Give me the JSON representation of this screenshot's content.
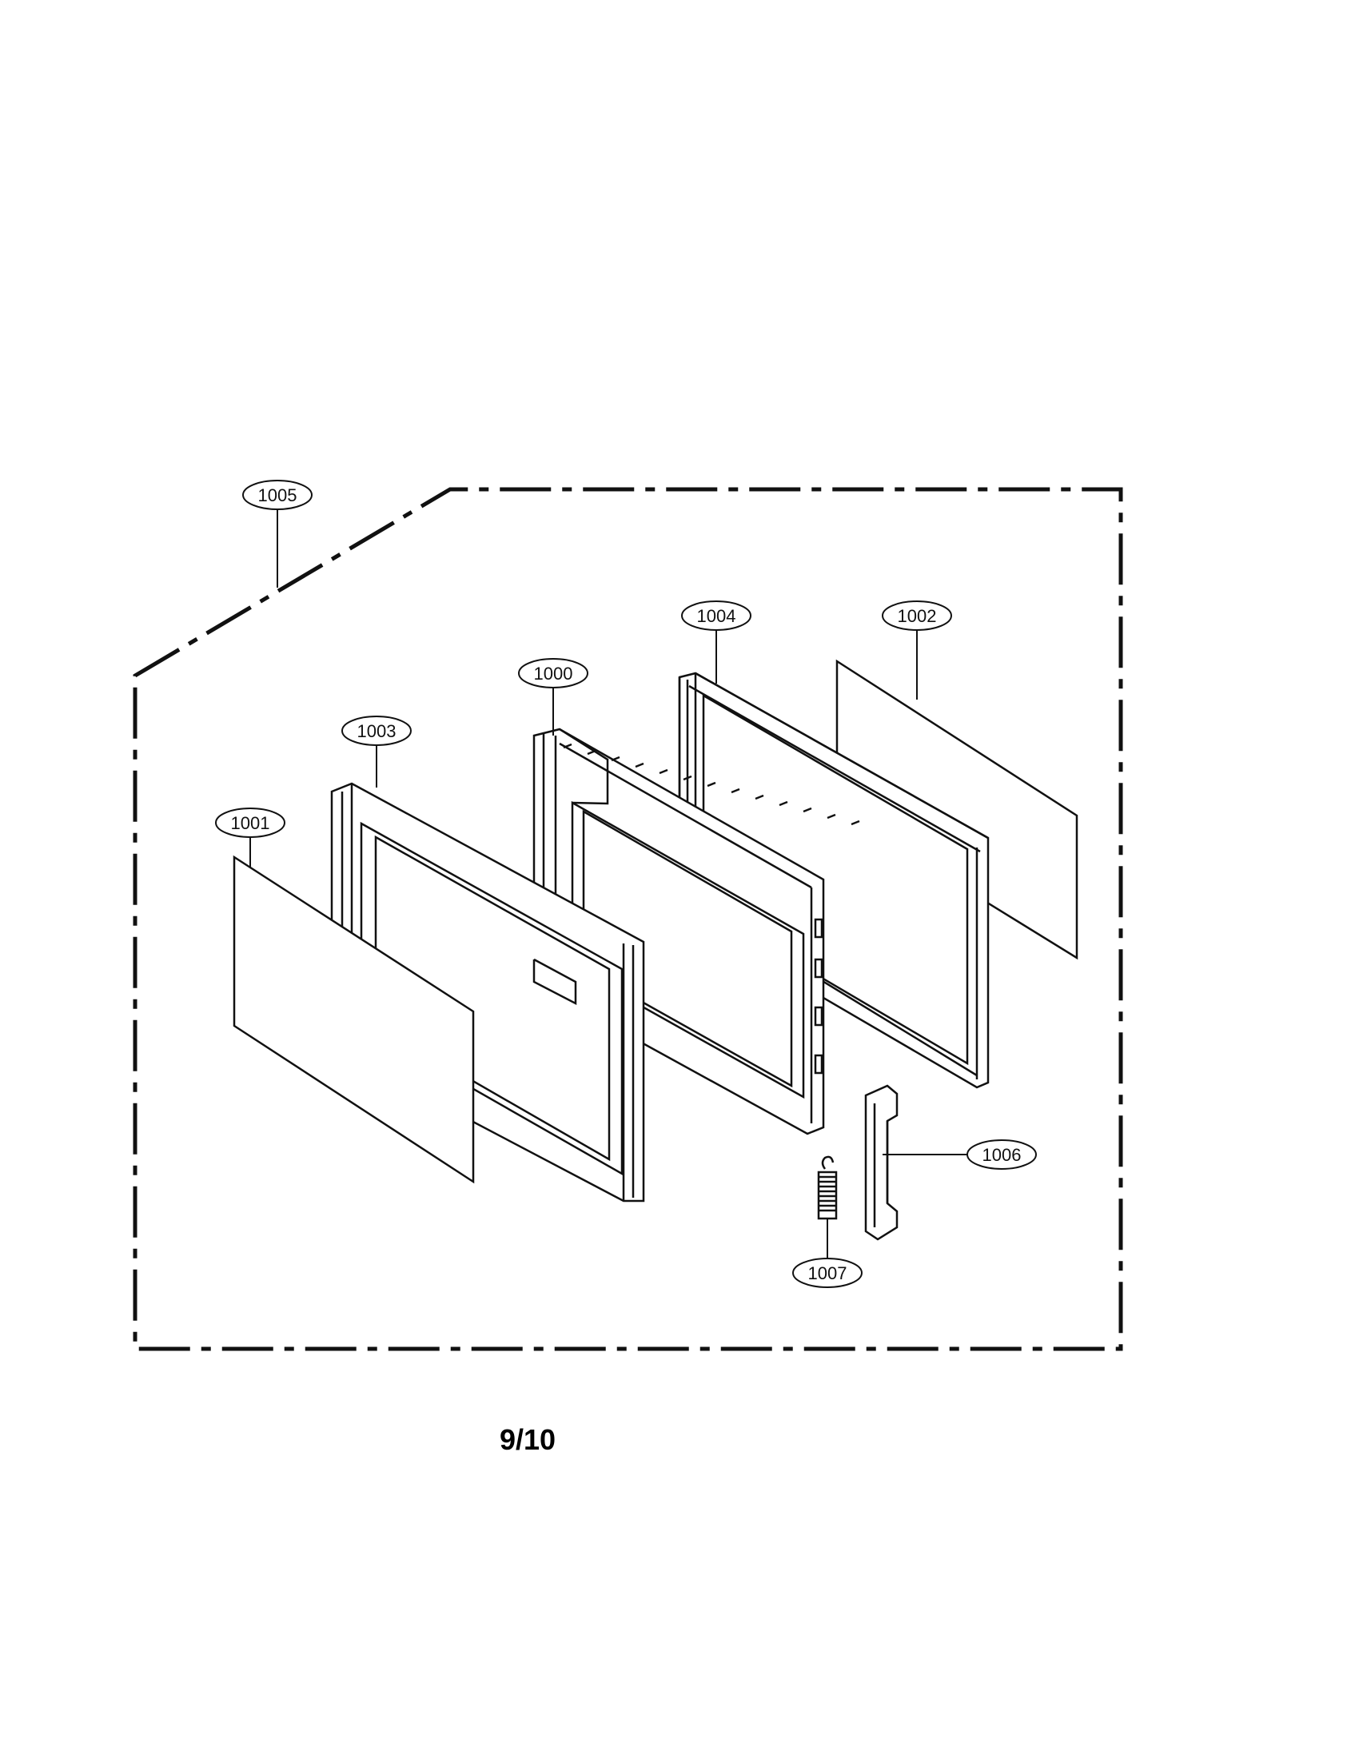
{
  "diagram": {
    "callouts": {
      "c1000": "1000",
      "c1001": "1001",
      "c1002": "1002",
      "c1003": "1003",
      "c1004": "1004",
      "c1005": "1005",
      "c1006": "1006",
      "c1007": "1007"
    },
    "page_number": "9/10"
  }
}
